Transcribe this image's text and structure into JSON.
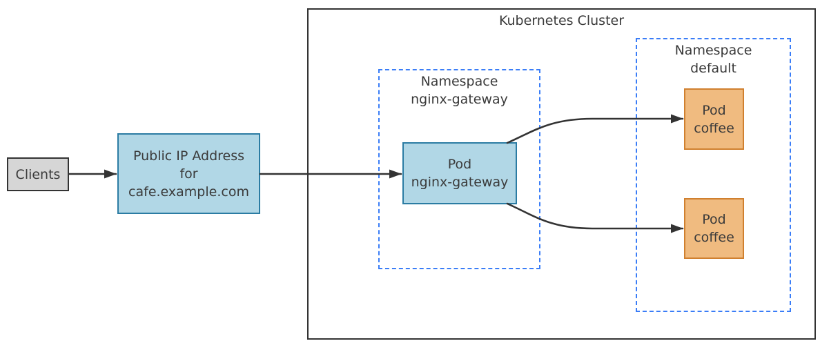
{
  "diagram": {
    "cluster_title": "Kubernetes Cluster",
    "nodes": {
      "clients": {
        "label": "Clients"
      },
      "public_ip": {
        "label": "Public IP Address\nfor\ncafe.example.com"
      },
      "namespace_gateway": {
        "label": "Namespace\nnginx-gateway"
      },
      "pod_gateway": {
        "label": "Pod\nnginx-gateway"
      },
      "namespace_default": {
        "label": "Namespace\ndefault"
      },
      "pod_coffee_top": {
        "label": "Pod\ncoffee"
      },
      "pod_coffee_bottom": {
        "label": "Pod\ncoffee"
      }
    },
    "edges": [
      {
        "from": "clients",
        "to": "public_ip"
      },
      {
        "from": "public_ip",
        "to": "pod_gateway"
      },
      {
        "from": "pod_gateway",
        "to": "pod_coffee_top"
      },
      {
        "from": "pod_gateway",
        "to": "pod_coffee_bottom"
      }
    ],
    "colors": {
      "line": "#333333",
      "text": "#3a3a3a",
      "gray_fill": "#d6d6d6",
      "blue_fill": "#b1d7e6",
      "blue_stroke": "#2b7ca3",
      "orange_fill": "#f0bb80",
      "orange_stroke": "#d0802f",
      "dashed_blue": "#3a7df7"
    }
  }
}
